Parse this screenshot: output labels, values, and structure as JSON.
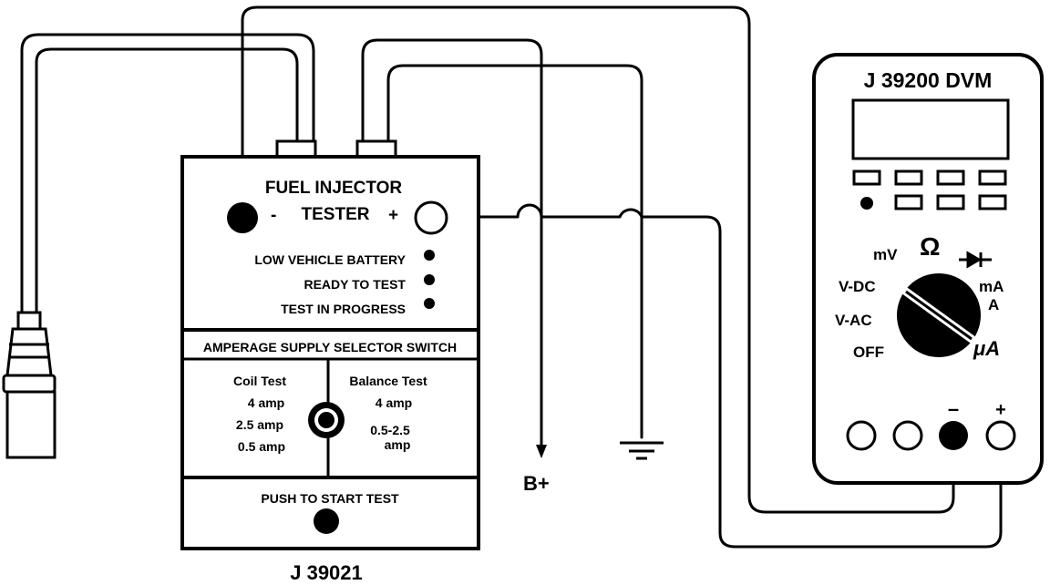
{
  "tester": {
    "title_line1": "FUEL INJECTOR",
    "title_line2": "TESTER",
    "minus": "-",
    "plus": "+",
    "indicators": [
      "LOW VEHICLE BATTERY",
      "READY TO TEST",
      "TEST IN PROGRESS"
    ],
    "selector_title": "AMPERAGE SUPPLY SELECTOR SWITCH",
    "coil_test": {
      "heading": "Coil Test",
      "options": [
        "4 amp",
        "2.5 amp",
        "0.5 amp"
      ]
    },
    "balance_test": {
      "heading": "Balance Test",
      "options": [
        "4 amp",
        "0.5-2.5",
        "amp"
      ]
    },
    "push_label": "PUSH TO START TEST",
    "part_number": "J 39021"
  },
  "dvm": {
    "title": "J 39200 DVM",
    "dial": {
      "mv": "mV",
      "ohm": "Ω",
      "diode": "→|—",
      "vdc": "V-DC",
      "vac": "V-AC",
      "off": "OFF",
      "ma": "mA",
      "a": "A",
      "ua": "μA"
    },
    "minus": "–",
    "plus": "+"
  },
  "bplus": "B+"
}
